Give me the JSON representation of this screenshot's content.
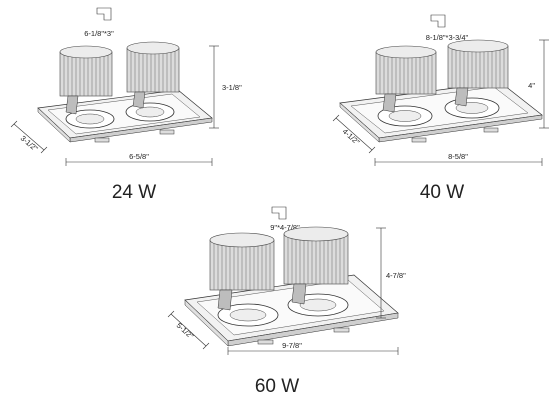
{
  "fixtures": [
    {
      "id": "fixture-24w",
      "wattage": "24 W",
      "cutout_label": "6-1/8\"*3\"",
      "height_label": "3-1/8\"",
      "width_label": "6-5/8\"",
      "depth_label": "3-1/2\""
    },
    {
      "id": "fixture-40w",
      "wattage": "40 W",
      "cutout_label": "8-1/8\"*3-3/4\"",
      "height_label": "4\"",
      "width_label": "8-5/8\"",
      "depth_label": "4-1/2\""
    },
    {
      "id": "fixture-60w",
      "wattage": "60 W",
      "cutout_label": "9\"*4-7/8\"",
      "height_label": "4-7/8\"",
      "width_label": "9-7/8\"",
      "depth_label": "5-1/2\""
    }
  ],
  "colors": {
    "line": "#333333",
    "fin": "#dcdcdc",
    "fin_stroke": "#555555",
    "trim": "#f2f2f2",
    "text": "#222222"
  }
}
